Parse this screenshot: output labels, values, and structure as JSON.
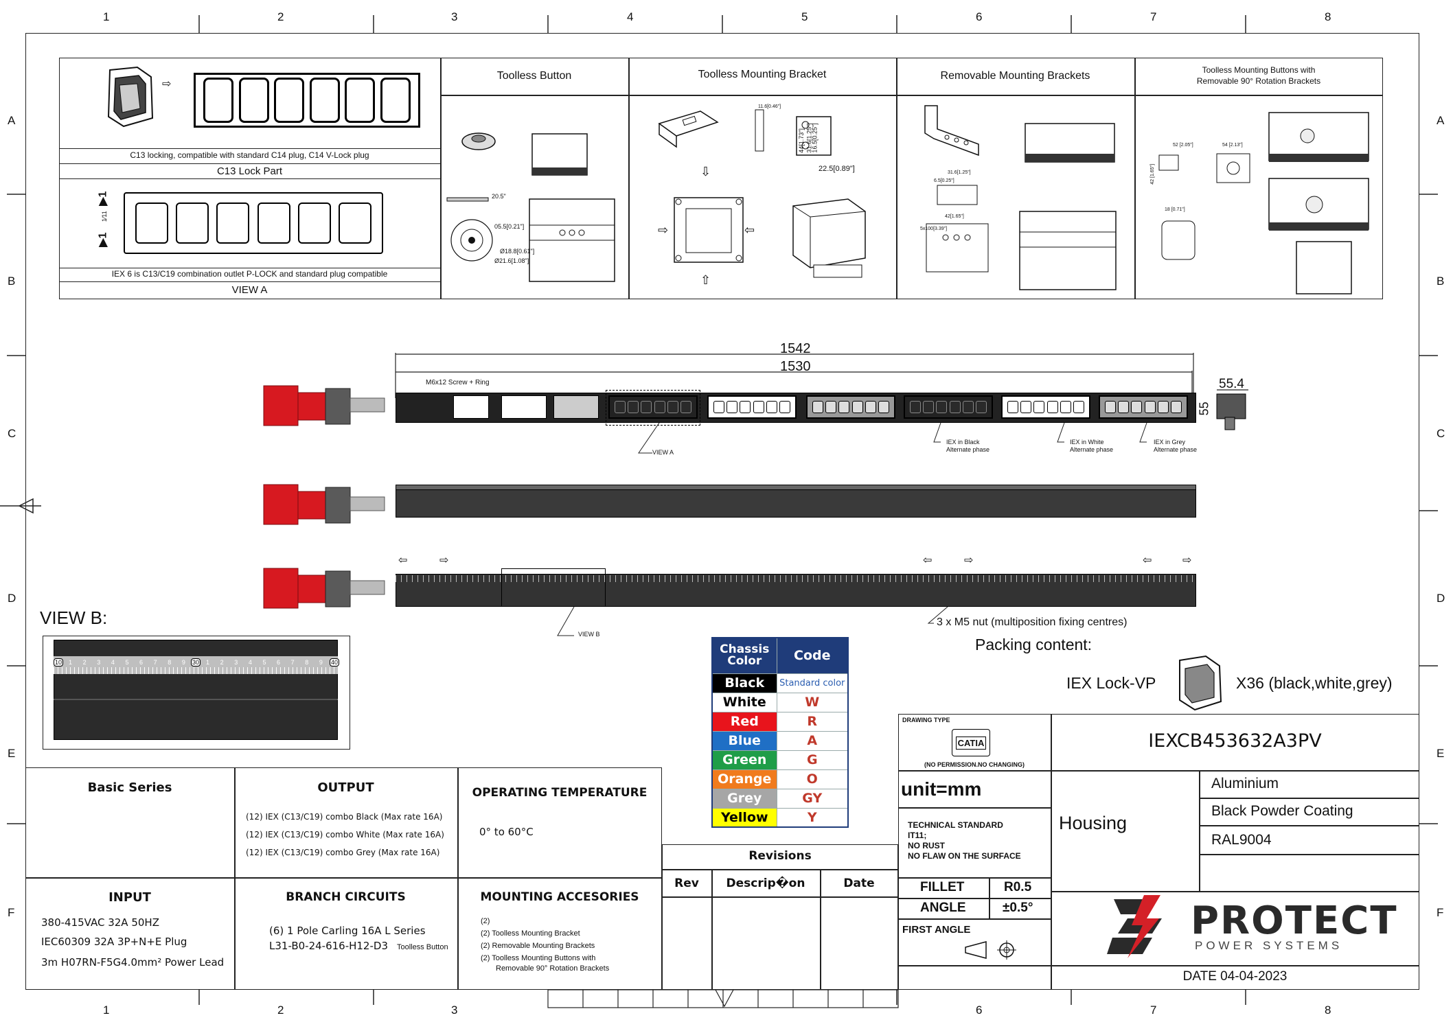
{
  "grid": {
    "columns": [
      "1",
      "2",
      "3",
      "4",
      "5",
      "6",
      "7",
      "8"
    ],
    "rows": [
      "A",
      "B",
      "C",
      "D",
      "E",
      "F"
    ]
  },
  "top_panels": {
    "view_a": {
      "lock_caption": "C13 locking, compatible with standard C14 plug, C14 V-Lock plug",
      "lock_title": "C13 Lock Part",
      "iex_caption": "IEX 6 is C13/C19 combination outlet P-LOCK  and standard plug compatible",
      "title": "VIEW  A",
      "side_marks": [
        "▶1",
        "1⁄11",
        "▶1"
      ]
    },
    "toolless_button": {
      "title": "Toolless Button",
      "dims": [
        "20.5\"",
        "05.5[0.21\"]",
        "Ø18.8[0.61\"]",
        "Ø21.6[1.08\"]"
      ]
    },
    "toolless_bracket": {
      "title": "Toolless Mounting Bracket",
      "dims": [
        "11.6[0.46\"]",
        "44[1.73\"]",
        "31.6[1.25\"]",
        "16.5[0.25\"]",
        "22.5[0.89\"]"
      ]
    },
    "removable_brackets": {
      "title": "Removable Mounting Brackets",
      "dims": [
        "31.6[1.25\"]",
        "6.5[0.25\"]",
        "42[1.65\"]",
        "5x100[3.39\"]"
      ]
    },
    "rotation_brackets": {
      "title_line1": "Toolless Mounting Buttons with",
      "title_line2": "Removable 90° Rotation Brackets",
      "dims": [
        "52 [2.05\"]",
        "54 [2.13\"]",
        "18 [0.71\"]",
        "42 [1.65\"]"
      ]
    }
  },
  "main_view": {
    "dim_overall": "1542",
    "dim_inner": "1530",
    "dim_depth": "55.4",
    "dim_height": "55",
    "screw_note": "M6x12 Screw + Ring",
    "view_a_ref": "VIEW A",
    "iex_black": [
      "IEX in Black",
      "Alternate phase"
    ],
    "iex_white": [
      "IEX in White",
      "Alternate phase"
    ],
    "iex_grey": [
      "IEX in Grey",
      "Alternate phase"
    ]
  },
  "bottom_view": {
    "nut_note": "3 x M5 nut (multiposition fixing centres)",
    "view_b_ref": "VIEW B"
  },
  "view_b": {
    "title": "VIEW B:",
    "scale_markers": [
      "10",
      "30",
      "40"
    ],
    "scale_digits": [
      "1",
      "2",
      "3",
      "4",
      "5",
      "6",
      "7",
      "8",
      "9"
    ]
  },
  "packing": {
    "title": "Packing content:",
    "item": "IEX Lock-VP",
    "quantity": "X36 (black,white,grey)"
  },
  "chassis_table": {
    "headers": [
      "Chassis Color",
      "Code"
    ],
    "rows": [
      {
        "color": "Black",
        "code": "Standard color",
        "bg": "#000000",
        "fg": "#ffffff",
        "code_color": "#2a5db0"
      },
      {
        "color": "White",
        "code": "W",
        "bg": "#ffffff",
        "fg": "#000000",
        "code_color": "#c0392b"
      },
      {
        "color": "Red",
        "code": "R",
        "bg": "#e8141c",
        "fg": "#ffffff",
        "code_color": "#c0392b"
      },
      {
        "color": "Blue",
        "code": "A",
        "bg": "#1f6fc5",
        "fg": "#ffffff",
        "code_color": "#c0392b"
      },
      {
        "color": "Green",
        "code": "G",
        "bg": "#1f9d48",
        "fg": "#ffffff",
        "code_color": "#c0392b"
      },
      {
        "color": "Orange",
        "code": "O",
        "bg": "#f07b1d",
        "fg": "#ffffff",
        "code_color": "#c0392b"
      },
      {
        "color": "Grey",
        "code": "GY",
        "bg": "#a6a6a6",
        "fg": "#ffffff",
        "code_color": "#c0392b"
      },
      {
        "color": "Yellow",
        "code": "Y",
        "bg": "#ffff00",
        "fg": "#000000",
        "code_color": "#c0392b"
      }
    ],
    "header_bg": "#1f3c7a"
  },
  "specs": {
    "basic_series": {
      "title": "Basic Series"
    },
    "output": {
      "title": "OUTPUT",
      "lines": [
        "(12) IEX (C13/C19) combo Black (Max rate 16A)",
        "(12) IEX (C13/C19) combo White (Max rate 16A)",
        "(12) IEX (C13/C19) combo Grey (Max rate 16A)"
      ]
    },
    "operating_temperature": {
      "title": "OPERATING TEMPERATURE",
      "value": "0° to 60°C"
    },
    "input": {
      "title": "INPUT",
      "lines": [
        "380-415VAC 32A 50HZ",
        "IEC60309 32A 3P+N+E Plug",
        "3m H07RN-F5G4.0mm²  Power Lead"
      ]
    },
    "branch_circuits": {
      "title": "BRANCH CIRCUITS",
      "line1": "(6) 1 Pole Carling 16A L Series",
      "line2": "L31-B0-24-616-H12-D3",
      "note": "Toolless Button"
    },
    "mounting_accessories": {
      "title": "MOUNTING ACCESORIES",
      "lines": [
        "(2)",
        "(2)  Toolless Mounting Bracket",
        "(2)  Removable Mounting Brackets",
        "(2)  Toolless Mounting Buttons with"
      ],
      "last_line": "Removable 90° Rotation Brackets"
    }
  },
  "revisions": {
    "title": "Revisions",
    "headers": [
      "Rev",
      "Descrip�on",
      "Date"
    ]
  },
  "title_block": {
    "drawing_type_label": "DRAWING TYPE",
    "catia": "CATIA",
    "permission": "(NO PERMISSION.NO CHANGING)",
    "part_number": "IEXCB453632A3PV",
    "unit": "unit=mm",
    "tech_standard": [
      "TECHNICAL  STANDARD",
      "IT11;",
      "NO  RUST",
      "NO FLAW ON THE SURFACE"
    ],
    "housing_label": "Housing",
    "housing_specs": [
      "Aluminium",
      "Black Powder Coating",
      "RAL9004"
    ],
    "fillet_label": "FILLET",
    "fillet_value": "R0.5",
    "angle_label": "ANGLE",
    "angle_value": "±0.5°",
    "first_angle": "FIRST  ANGLE",
    "logo_main": "PROTECT",
    "logo_sub": "POWER SYSTEMS",
    "date": "DATE  04-04-2023"
  },
  "colors": {
    "plug_red": "#d71920",
    "pdu_body": "#1d1d1d",
    "logo_red": "#d42027"
  }
}
